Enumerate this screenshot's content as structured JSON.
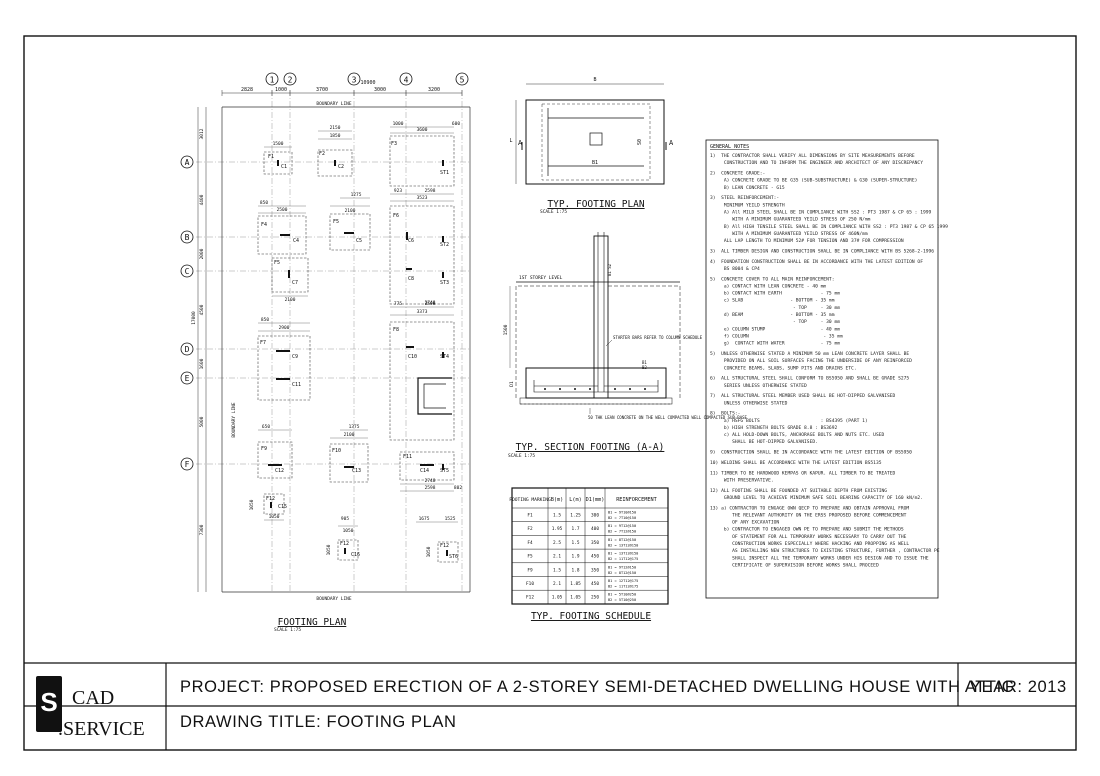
{
  "plan": {
    "grid_cols": [
      "1",
      "2",
      "3",
      "4",
      "5"
    ],
    "grid_rows": [
      "A",
      "B",
      "C",
      "D",
      "E",
      "F"
    ],
    "top_dims": [
      "2828",
      "1000",
      "3700",
      "3000",
      "3200"
    ],
    "overall_top": "10900",
    "boundary": "BOUNDARY LINE",
    "left_dims": [
      "3012",
      "4400",
      "2000",
      "4500",
      "1600",
      "5000",
      "7300"
    ],
    "overall_left": "17000",
    "footings": [
      "C1",
      "C2",
      "ST1",
      "C4",
      "C5",
      "C6",
      "ST2",
      "C7",
      "C8",
      "ST3",
      "C9",
      "C11",
      "C10",
      "ST4",
      "C12",
      "C13",
      "C14",
      "ST5",
      "C15",
      "C16",
      "ST6"
    ],
    "footing_tags": [
      "F1",
      "F2",
      "F3",
      "F4",
      "F5",
      "F6",
      "F5",
      "F7",
      "F8",
      "F9",
      "F10",
      "F11",
      "F12",
      "F12",
      "F12"
    ],
    "dims": [
      "1500",
      "2150",
      "1850",
      "1000",
      "3600",
      "600",
      "1275",
      "2100",
      "923",
      "2598",
      "3523",
      "850",
      "2500",
      "2100",
      "2748",
      "775",
      "2598",
      "3373",
      "850",
      "2900",
      "1375",
      "2100",
      "650",
      "2748",
      "2598",
      "802",
      "1050",
      "905",
      "1050",
      "1675",
      "1525",
      "1050",
      "1050",
      "1050"
    ],
    "title": "FOOTING PLAN",
    "scale": "SCALE 1:75"
  },
  "typ_plan": {
    "dims": [
      "B",
      "B1",
      "L",
      "S0"
    ],
    "cut_a": "A",
    "title": "TYP. FOOTING PLAN",
    "scale": "SCALE 1:75"
  },
  "section": {
    "labels": [
      "1ST STOREY LEVEL",
      "STARTER BARS REFER TO COLUMN SCHEDULE",
      "50 THK LEAN CONCRETE ON THE WELL COMPACTED WELL COMPACTED SUB-BASE"
    ],
    "dims": [
      "1500",
      "D1",
      "B1",
      "B2",
      "B1 S2"
    ],
    "title": "TYP. SECTION FOOTING (A-A)",
    "scale": "SCALE 1:75"
  },
  "schedule": {
    "headers": [
      "FOOTING MARKING",
      "B(m)",
      "L(m)",
      "D1(mm)",
      "REINFORCEMENT"
    ],
    "rows": [
      [
        "F1",
        "1.5",
        "1.25",
        "300",
        "B1 = 9T10@150",
        "B2 = 7T10@150"
      ],
      [
        "F2",
        "1.95",
        "1.7",
        "400",
        "B1 = 9T12@150",
        "B2 = 7T12@150"
      ],
      [
        "F4",
        "2.5",
        "1.5",
        "350",
        "B1 = 8T12@150",
        "B2 = 13T12@150"
      ],
      [
        "F5",
        "2.1",
        "1.9",
        "450",
        "B1 = 13T12@150",
        "B2 = 11T12@175"
      ],
      [
        "F9",
        "1.5",
        "1.8",
        "350",
        "B1 = 9T12@150",
        "B2 = 8T12@150"
      ],
      [
        "F10",
        "2.1",
        "1.85",
        "450",
        "B1 = 12T12@175",
        "B2 = 11T12@175"
      ],
      [
        "F12",
        "1.05",
        "1.05",
        "250",
        "B1 = 5T10@250",
        "B2 = 5T10@250"
      ]
    ],
    "title": "TYP. FOOTING SCHEDULE"
  },
  "notes": {
    "header": "GENERAL NOTES",
    "lines": [
      "1)  THE CONTRACTOR SHALL VERIFY ALL DIMENSIONS BY SITE MEASUREMENTS BEFORE",
      "     CONSTRUCTION AND TO INFORM THE ENGINEER AND ARCHITECT OF ANY DISCREPANCY",
      "2)  CONCRETE GRADE:-",
      "     A) CONCRETE GRADE TO BE G35 (SUB-SUBSTRUCTURE) & G30 (SUPER-STRUCTURE)",
      "     B) LEAN CONCRETE - G15",
      "3)  STEEL REINFORCEMENT:-",
      "     MINIMUM YEILD STRENGTH",
      "     A) All MILD STEEL SHALL BE IN COMPLIANCE WITH SS2 : PT3 1987 & CP 65 : 1999",
      "        WITH A MINIMUM GUARANTEED YEILD STRESS OF 250 N/mm",
      "     B) All HIGH TENSILE STEEL SHALL BE IN COMPLIANCE WITH SS2 : PT3 1987 & CP 65 1999",
      "        WITH A MINIMUM GUARANTEED YEILD STRESS OF 460N/mm",
      "     ALL LAP LENGTH TO MINIMUM 52# FOR TENSION AND 37# FOR COMPRESSION",
      "3)  ALL TIMBER DESIGN AND CONSTRUCTION SHALL BE IN COMPLIANCE WITH BS 5268-2-1996",
      "4)  FOUNDATION CONSTRUCTION SHALL BE IN ACCORDANCE WITH THE LATEST EDITION OF",
      "     BS 8004 & CP4",
      "5)  CONCRETE COVER TO ALL MAIN REINFORCEMENT:",
      "     a) CONTACT WITH LEAN CONCRETE - 40 mm",
      "     b) CONTACT WITH EARTH              - 75 mm",
      "     c) SLAB                 - BOTTOM - 35 mm",
      "                              - TOP     - 30 mm",
      "     d) BEAM                 - BOTTOM - 35 mm",
      "                              - TOP     - 30 mm",
      "     e) COLUMN STUMP                    - 40 mm",
      "     f) COLUMN                           - 35 mm",
      "     g)  CONTACT WITH WATER             - 75 mm",
      "5)  UNLESS OTHERWISE STATED A MINIMUM 50 mm LEAN CONCRETE LAYER SHALL BE",
      "     PROVIDED ON ALL SOIL SURFACES FACING THE UNDERSIDE OF ANY REINFORCED",
      "     CONCRETE BEAMS, SLABS, SUMP PITS AND DRAINS ETC.",
      "6)  ALL STRUCTURAL STEEL SHALL CONFORM TO BS5950 AND SHALL BE GRADE S275",
      "     SERIES UNLESS OTHERWISE STATED",
      "7)  ALL STRUCTURAL STEEL MEMBER USED SHALL BE HOT-DIPPED GALVANISED",
      "     UNLESS OTHERWISE STATED",
      "8)  BOLTS:-",
      "     a) HSFG BOLTS                      : BS4395 (PART 1)",
      "     b) HIGH STRENGTH BOLTS GRADE 8.8 : BS3692",
      "     c) ALL HOLD-DOWN BOLTS, ANCHORAGE BOLTS AND NUTS ETC. USED",
      "        SHALL BE HOT-DIPPED GALVANISED.",
      "9)  CONSTRUCTION SHALL BE IN ACCORDANCE WITH THE LATEST EDITION OF BS5950",
      "10) WELDING SHALL BE ACCORDANCE WITH THE LATEST EDITION BS5135",
      "11) TIMBER TO BE HARDWOOD KEMPAS OR KAPUR. ALL TIMBER TO BE TREATED",
      "     WITH PRESERVATIVE.",
      "12) ALL FOOTING SHALL BE FOUNDED AT SUITABLE DEPTH FROM EXISTING",
      "     GROUND LEVEL TO ACHIEVE MINIMUM SAFE SOIL BEARING CAPACITY OF 160 kN/m2.",
      "13) a) CONTRACTOR TO ENGAGE OWN QECP TO PREPARE AND OBTAIN APPROVAL FROM",
      "        THE RELEVANT AUTHORITY ON THE ERSS PROPOSED BEFORE COMMENCEMENT",
      "        OF ANY EXCAVATION",
      "     b) CONTRACTOR TO ENGAGED OWN PE TO PREPARE AND SUBMIT THE METHODS",
      "        OF STATEMENT FOR ALL TEMPORARY WORKS NECESSARY TO CARRY OUT THE",
      "        CONSTRUCTION WORKS ESPECIALLY WHERE HACKING AND PROPPING AS WELL",
      "        AS INSTALLING NEW STRUCTURES TO EXISTING STRUCTURE, FURTHER , CONTRACTOR PE",
      "        SHALL INSPECT ALL THE TEMPORARY WORKS UNDER HIS DESIGN AND TO ISSUE THE",
      "        CERTIFICATE OF SUPERVISION BEFORE WORKS SHALL PROCEED"
    ]
  },
  "titleblock": {
    "logo_letter": "S",
    "logo_line1": "CAD",
    "logo_line2": ".SERVICE",
    "project": "PROJECT: PROPOSED ERECTION OF A 2-STOREY SEMI-DETACHED DWELLING HOUSE WITH ATTIC",
    "year": "YEAR: 2013",
    "drawing_title": "DRAWING TITLE: FOOTING PLAN"
  },
  "colors": {
    "line": "#111111",
    "faint": "#777777",
    "bg": "#ffffff"
  }
}
